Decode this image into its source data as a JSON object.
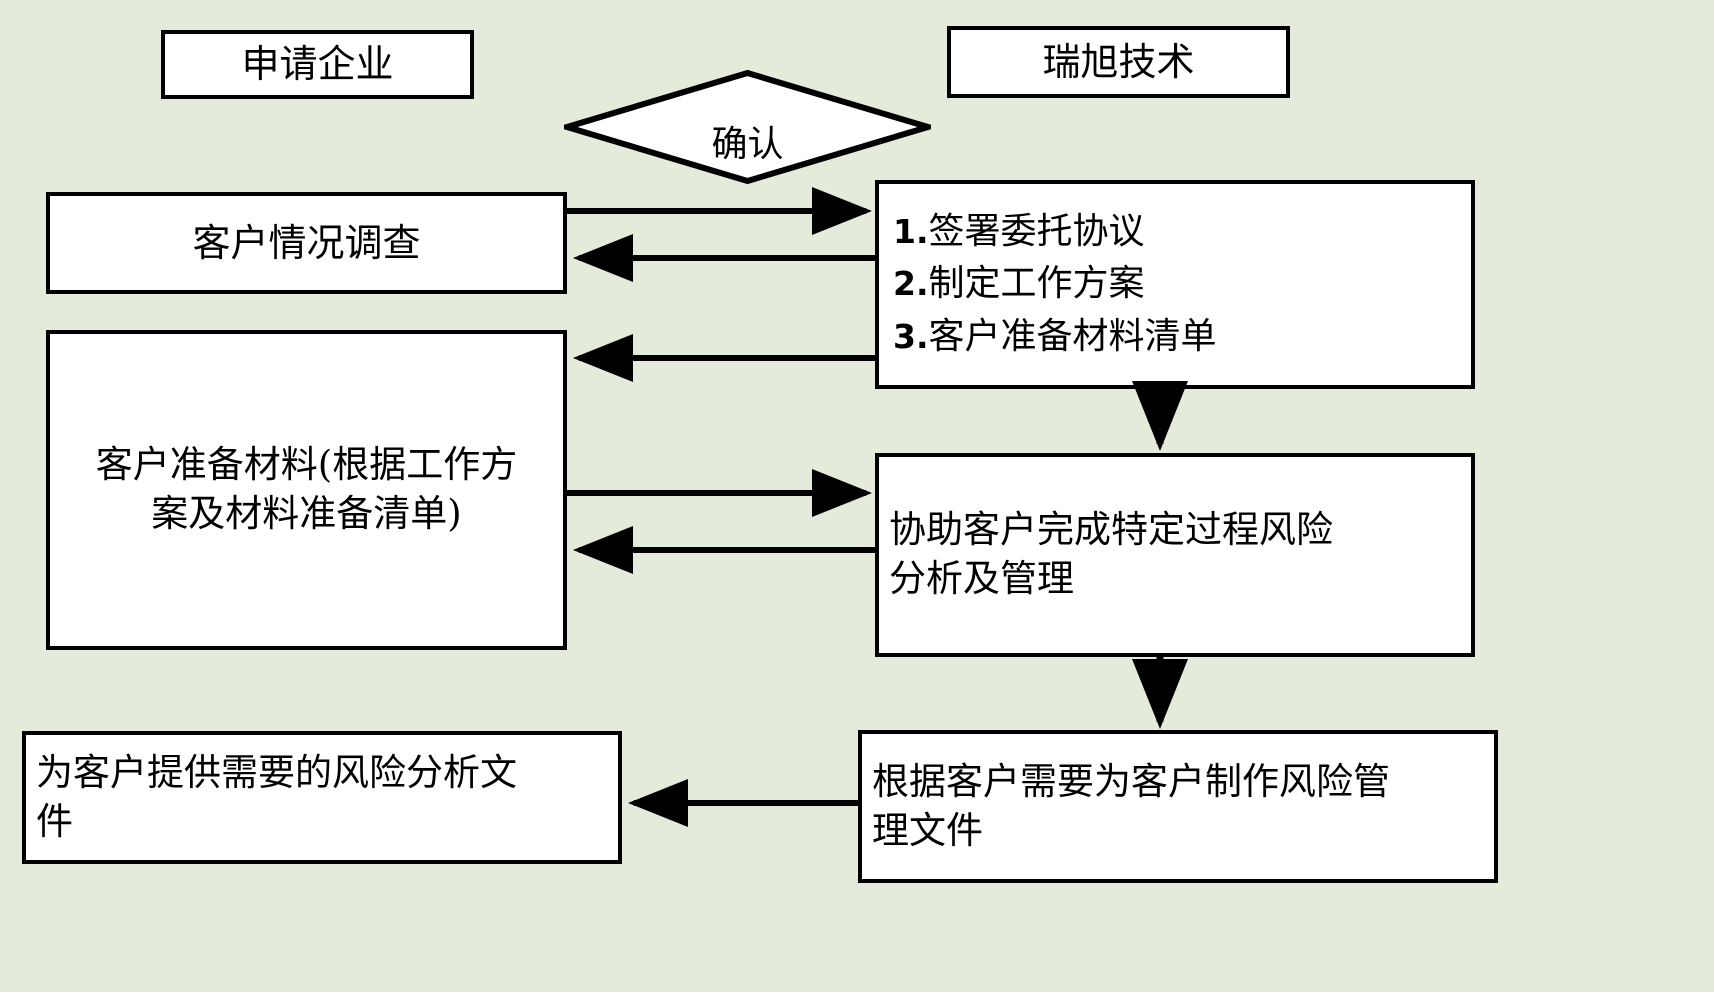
{
  "diagram": {
    "title": "",
    "background_color": "#e4ebdb",
    "node_fill": "#ffffff",
    "stroke_color": "#000000",
    "lanes": {
      "left_header": "申请企业",
      "right_header": "瑞旭技术"
    },
    "decision": {
      "label": "确认",
      "shape": "diamond"
    },
    "nodes": {
      "survey": "客户情况调查",
      "steps": [
        {
          "num": "1.",
          "text": "签署委托协议"
        },
        {
          "num": "2.",
          "text": "制定工作方案"
        },
        {
          "num": "3.",
          "text": "客户准备材料清单"
        }
      ],
      "prepare_line1": "客户准备材料(根据工作方",
      "prepare_line2": "案及材料准备清单)",
      "assist_line1": "协助客户完成特定过程风险",
      "assist_line2": "分析及管理",
      "deliver_line1": "为客户提供需要的风险分析文",
      "deliver_line2": "件",
      "produce_line1": "根据客户需要为客户制作风险管",
      "produce_line2": "理文件"
    },
    "connectors": [
      {
        "name": "survey-to-steps",
        "from": "survey",
        "to": "steps",
        "direction": "right"
      },
      {
        "name": "steps-to-survey",
        "from": "steps",
        "to": "survey",
        "direction": "left"
      },
      {
        "name": "steps-to-prepare",
        "from": "steps",
        "to": "prepare",
        "direction": "left"
      },
      {
        "name": "steps-to-assist",
        "from": "steps",
        "to": "assist",
        "direction": "down"
      },
      {
        "name": "prepare-to-assist",
        "from": "prepare",
        "to": "assist",
        "direction": "right"
      },
      {
        "name": "assist-to-prepare",
        "from": "assist",
        "to": "prepare",
        "direction": "left"
      },
      {
        "name": "assist-to-produce",
        "from": "assist",
        "to": "produce",
        "direction": "down"
      },
      {
        "name": "produce-to-deliver",
        "from": "produce",
        "to": "deliver",
        "direction": "left"
      }
    ]
  }
}
